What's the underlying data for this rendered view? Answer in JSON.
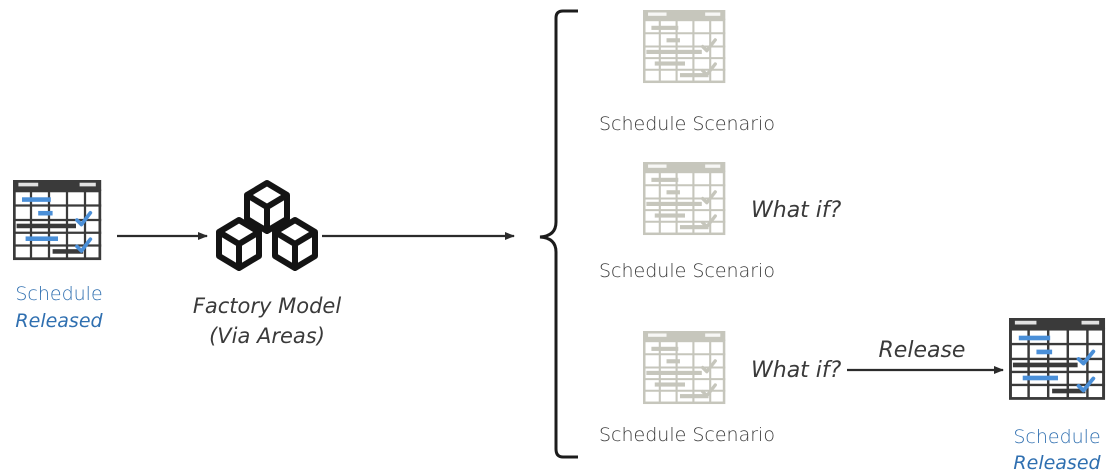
{
  "source": {
    "label": "Schedule",
    "status": "Released",
    "icon": "schedule-grid-icon"
  },
  "factory_model": {
    "label": "Factory Model",
    "sublabel": "(Via Areas)",
    "icon": "cubes-icon"
  },
  "scenarios": [
    {
      "label": "Schedule Scenario",
      "annotation": ""
    },
    {
      "label": "Schedule Scenario",
      "annotation": "What if?"
    },
    {
      "label": "Schedule Scenario",
      "annotation": "What if?"
    }
  ],
  "release_arrow": {
    "label": "Release"
  },
  "target": {
    "label": "Schedule",
    "status": "Released",
    "icon": "schedule-grid-icon"
  },
  "colors": {
    "dark": "#2b2b2b",
    "faded": "#c8c8c0",
    "accent": "#4a8fd8",
    "label_blue": "#2f6fb0",
    "text_gray": "#3a3a3a"
  }
}
